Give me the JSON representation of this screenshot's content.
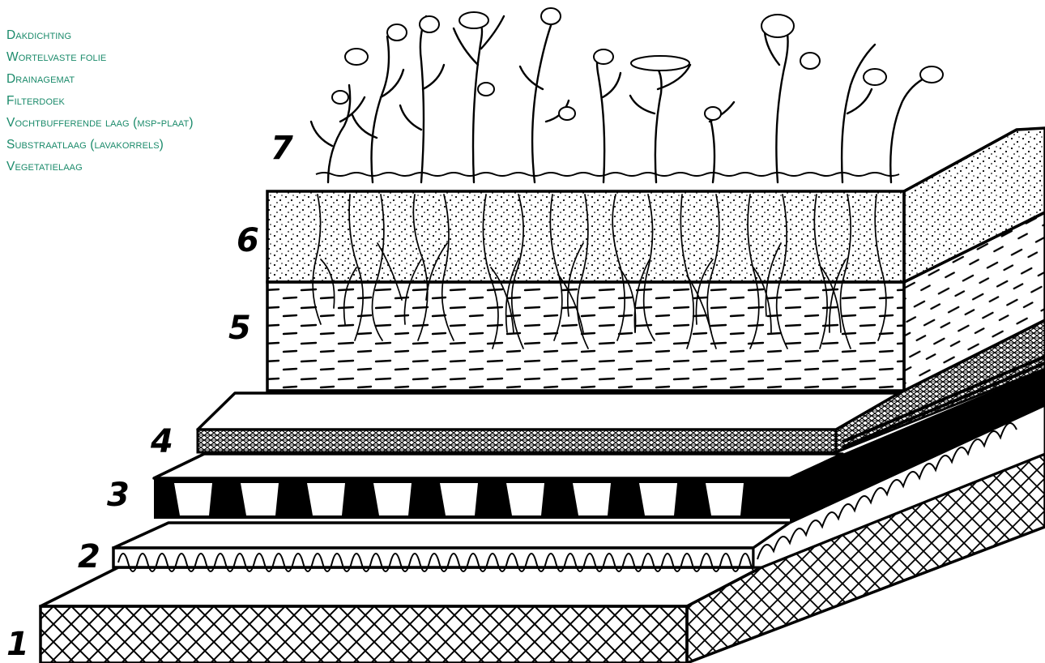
{
  "legend": {
    "color": "#1a8a6a",
    "items": [
      "Dakdichting",
      "Wortelvaste folie",
      "Drainagemat",
      "Filterdoek",
      "Vochtbufferende laag (msp-plaat)",
      "Substraatlaag (lavakorrels)",
      "Vegetatielaag"
    ]
  },
  "layer_numbers": [
    "1",
    "2",
    "3",
    "4",
    "5",
    "6",
    "7"
  ],
  "colors": {
    "line": "#000000",
    "background": "#ffffff"
  }
}
